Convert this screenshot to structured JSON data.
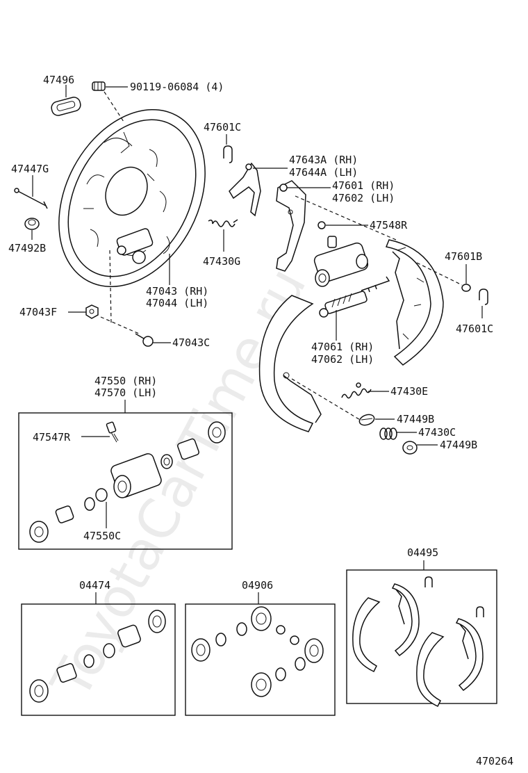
{
  "watermark": "ToyotaCarTime.ru",
  "diagram_id": "470264",
  "labels": {
    "p47496": "47496",
    "p90119": "90119-06084 (4)",
    "p47447g": "47447G",
    "p47492b": "47492B",
    "p47601c_top": "47601C",
    "p47643a": "47643A (RH)",
    "p47644a": "47644A (LH)",
    "p47601": "47601 (RH)",
    "p47602": "47602 (LH)",
    "p47548r": "47548R",
    "p47430g": "47430G",
    "p47043": "47043 (RH)",
    "p47044": "47044 (LH)",
    "p47601b": "47601B",
    "p47043f": "47043F",
    "p47043c": "47043C",
    "p47601c_right": "47601C",
    "p47061": "47061 (RH)",
    "p47062": "47062 (LH)",
    "p47550": "47550 (RH)",
    "p47570": "47570 (LH)",
    "p47430e": "47430E",
    "p47547r": "47547R",
    "p47449b_1": "47449B",
    "p47430c": "47430C",
    "p47449b_2": "47449B",
    "p47550c": "47550C",
    "p04495": "04495",
    "p04474": "04474",
    "p04906": "04906"
  }
}
